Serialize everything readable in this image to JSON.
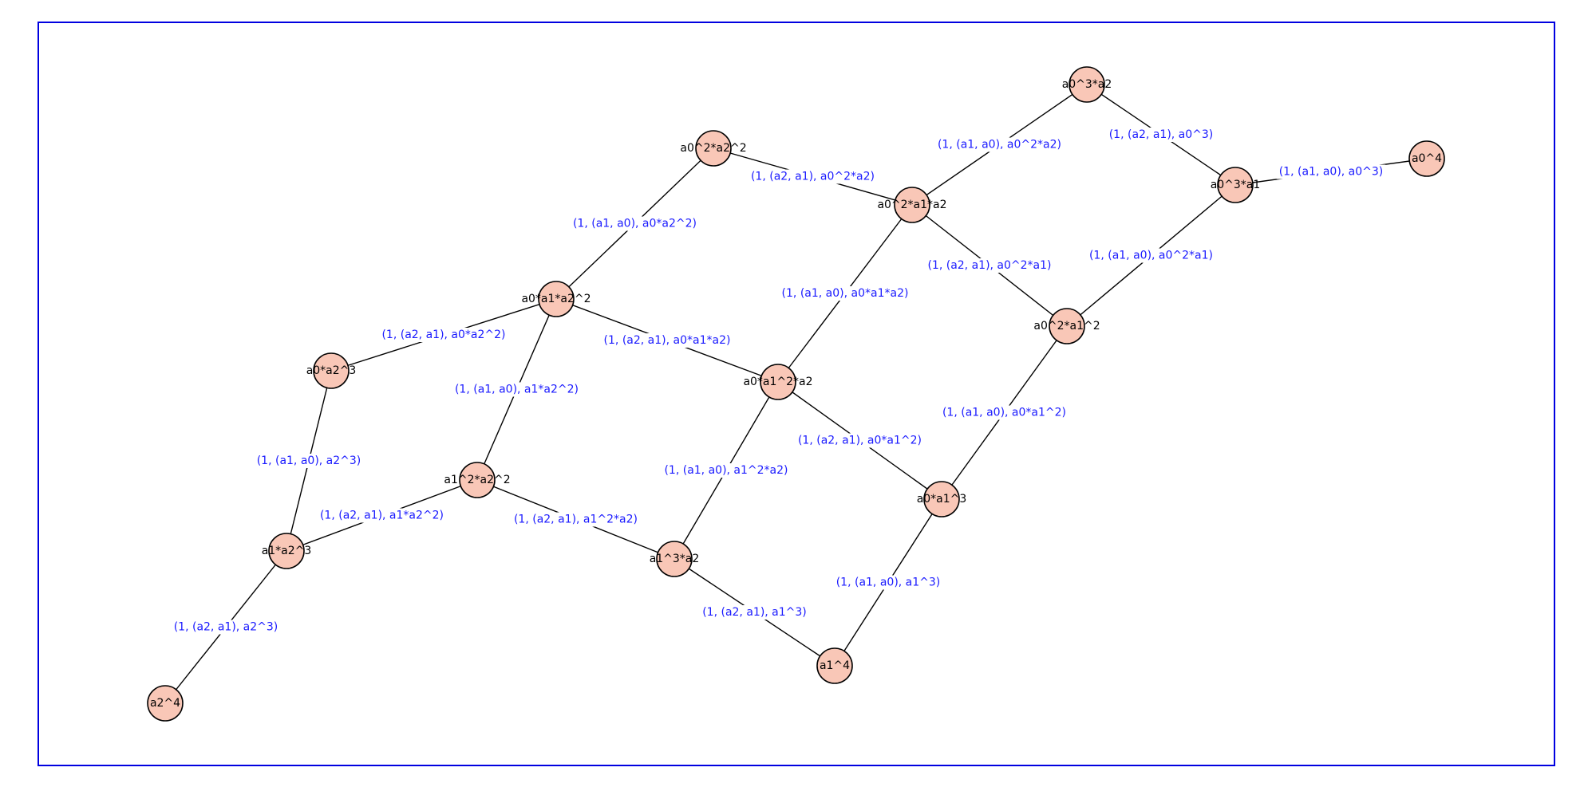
{
  "colors": {
    "frame": "#0000e0",
    "node_fill": "#f9c7b7",
    "node_stroke": "#000000",
    "edge": "#000000",
    "edge_label": "#1a1aff"
  },
  "nodes": [
    {
      "id": "n0",
      "label": "a0^3*a2"
    },
    {
      "id": "n1",
      "label": "a0^4"
    },
    {
      "id": "n2",
      "label": "a0^3*a1"
    },
    {
      "id": "n3",
      "label": "a0^2*a2^2"
    },
    {
      "id": "n4",
      "label": "a0^2*a1*a2"
    },
    {
      "id": "n5",
      "label": "a0^2*a1^2"
    },
    {
      "id": "n6",
      "label": "a0*a1*a2^2"
    },
    {
      "id": "n7",
      "label": "a0*a2^3"
    },
    {
      "id": "n8",
      "label": "a0*a1^2*a2"
    },
    {
      "id": "n9",
      "label": "a1^2*a2^2"
    },
    {
      "id": "n10",
      "label": "a0*a1^3"
    },
    {
      "id": "n11",
      "label": "a1*a2^3"
    },
    {
      "id": "n12",
      "label": "a1^3*a2"
    },
    {
      "id": "n13",
      "label": "a1^4"
    },
    {
      "id": "n14",
      "label": "a2^4"
    }
  ],
  "edges": [
    {
      "from": "n0",
      "to": "n4",
      "label": "(1, (a1, a0), a0^2*a2)"
    },
    {
      "from": "n0",
      "to": "n2",
      "label": "(1, (a2, a1), a0^3)"
    },
    {
      "from": "n2",
      "to": "n1",
      "label": "(1, (a1, a0), a0^3)"
    },
    {
      "from": "n2",
      "to": "n5",
      "label": "(1, (a1, a0), a0^2*a1)"
    },
    {
      "from": "n3",
      "to": "n4",
      "label": "(1, (a2, a1), a0^2*a2)"
    },
    {
      "from": "n3",
      "to": "n6",
      "label": "(1, (a1, a0), a0*a2^2)"
    },
    {
      "from": "n4",
      "to": "n5",
      "label": "(1, (a2, a1), a0^2*a1)"
    },
    {
      "from": "n4",
      "to": "n8",
      "label": "(1, (a1, a0), a0*a1*a2)"
    },
    {
      "from": "n6",
      "to": "n7",
      "label": "(1, (a2, a1), a0*a2^2)"
    },
    {
      "from": "n6",
      "to": "n8",
      "label": "(1, (a2, a1), a0*a1*a2)"
    },
    {
      "from": "n6",
      "to": "n9",
      "label": "(1, (a1, a0), a1*a2^2)"
    },
    {
      "from": "n5",
      "to": "n10",
      "label": "(1, (a1, a0), a0*a1^2)"
    },
    {
      "from": "n8",
      "to": "n10",
      "label": "(1, (a2, a1), a0*a1^2)"
    },
    {
      "from": "n8",
      "to": "n12",
      "label": "(1, (a1, a0), a1^2*a2)"
    },
    {
      "from": "n7",
      "to": "n11",
      "label": "(1, (a1, a0), a2^3)"
    },
    {
      "from": "n9",
      "to": "n11",
      "label": "(1, (a2, a1), a1*a2^2)"
    },
    {
      "from": "n9",
      "to": "n12",
      "label": "(1, (a2, a1), a1^2*a2)"
    },
    {
      "from": "n10",
      "to": "n13",
      "label": "(1, (a1, a0), a1^3)"
    },
    {
      "from": "n12",
      "to": "n13",
      "label": "(1, (a2, a1), a1^3)"
    },
    {
      "from": "n11",
      "to": "n14",
      "label": "(1, (a2, a1), a2^3)"
    }
  ]
}
